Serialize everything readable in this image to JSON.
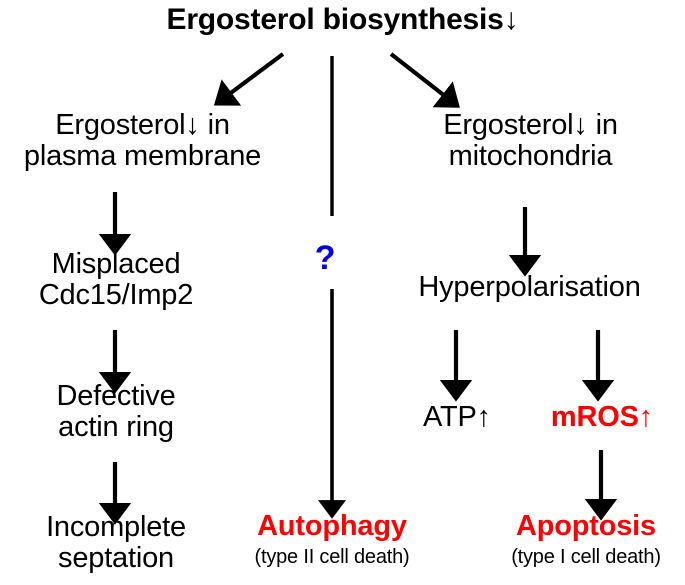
{
  "diagram": {
    "title": "Ergosterol biosynthesis↓",
    "branches": {
      "left": {
        "step1": "Ergosterol↓ in\nplasma membrane",
        "step2": "Misplaced\nCdc15/Imp2",
        "step3": "Defective\nactin ring",
        "step4": "Incomplete\nseptation"
      },
      "center": {
        "question_mark": "?",
        "outcome": "Autophagy",
        "outcome_note": "(type II cell death)"
      },
      "right": {
        "step1": "Ergosterol↓ in\nmitochondria",
        "step2": "Hyperpolarisation",
        "branch_left_label": "ATP↑",
        "branch_right_label": "mROS↑",
        "outcome": "Apoptosis",
        "outcome_note": "(type I cell death)"
      }
    },
    "colors": {
      "text": "#000000",
      "highlight_red": "#ff0000",
      "question_blue": "#0000ee",
      "background": "#ffffff"
    },
    "icons": {
      "down_arrow": "↓",
      "up_arrow": "↑"
    }
  }
}
